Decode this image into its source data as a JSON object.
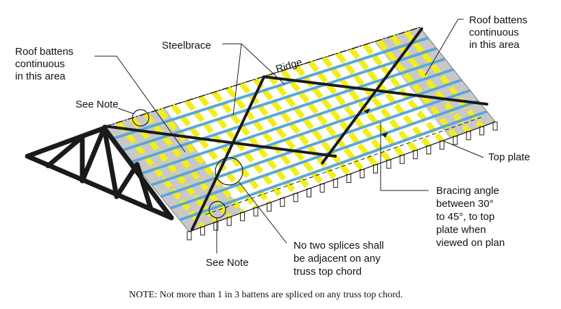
{
  "labels": {
    "battens_left": [
      "Roof battens",
      "continuous",
      "in this area"
    ],
    "battens_right": [
      "Roof battens",
      "continuous",
      "in this area"
    ],
    "steelbrace": "Steelbrace",
    "ridge": "Ridge",
    "see_note_top": "See Note",
    "see_note_bottom": "See Note",
    "top_plate": "Top plate",
    "bracing_angle": [
      "Bracing angle",
      "between 30°",
      "to 45°, to top",
      "plate when",
      "viewed on plan"
    ],
    "splices": [
      "No two splices shall",
      "be adjacent on any",
      "truss top chord"
    ]
  },
  "footnote": "NOTE: Not more than 1 in 3 battens are spliced on any truss top chord.",
  "colors": {
    "roof_fill": "#c8c8c8",
    "truss_chord": "#f2ee1a",
    "batten": "#5aa7dc",
    "steel": "#1a1a1a",
    "ink": "#111111"
  }
}
